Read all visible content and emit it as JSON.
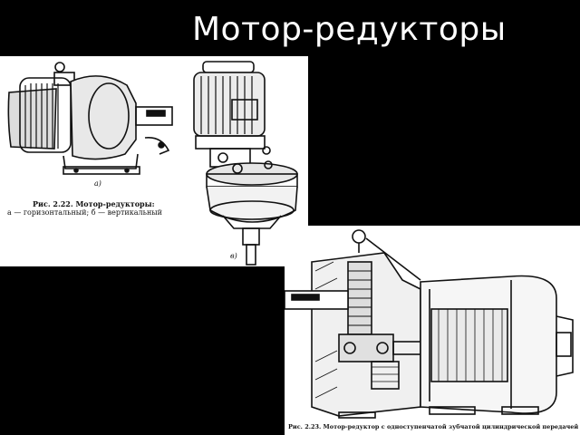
{
  "slide": {
    "title": "Мотор-редукторы"
  },
  "figure_top": {
    "label_a": "а)",
    "label_b": "в)",
    "caption_line1": "Рис. 2.22. Мотор-редукторы:",
    "caption_line2": "а — горизонтальный; б — вертикальный"
  },
  "figure_bottom": {
    "caption": "Рис. 2.23. Мотор-редуктор с одноступенчатой зубчатой цилиндрической передачей"
  }
}
